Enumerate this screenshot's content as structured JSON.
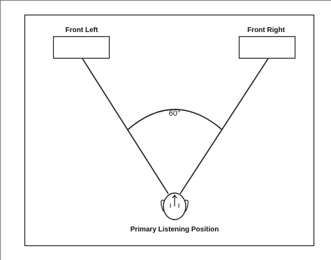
{
  "speakers": {
    "front_left": {
      "label": "Front Left"
    },
    "front_right": {
      "label": "Front Right"
    }
  },
  "angle": {
    "label": "60°",
    "degrees": 60
  },
  "listener": {
    "label": "Primary Listening Position"
  },
  "colors": {
    "line": "#1a1a1a",
    "frame": "#7a7a7a",
    "background": "#ffffff"
  }
}
